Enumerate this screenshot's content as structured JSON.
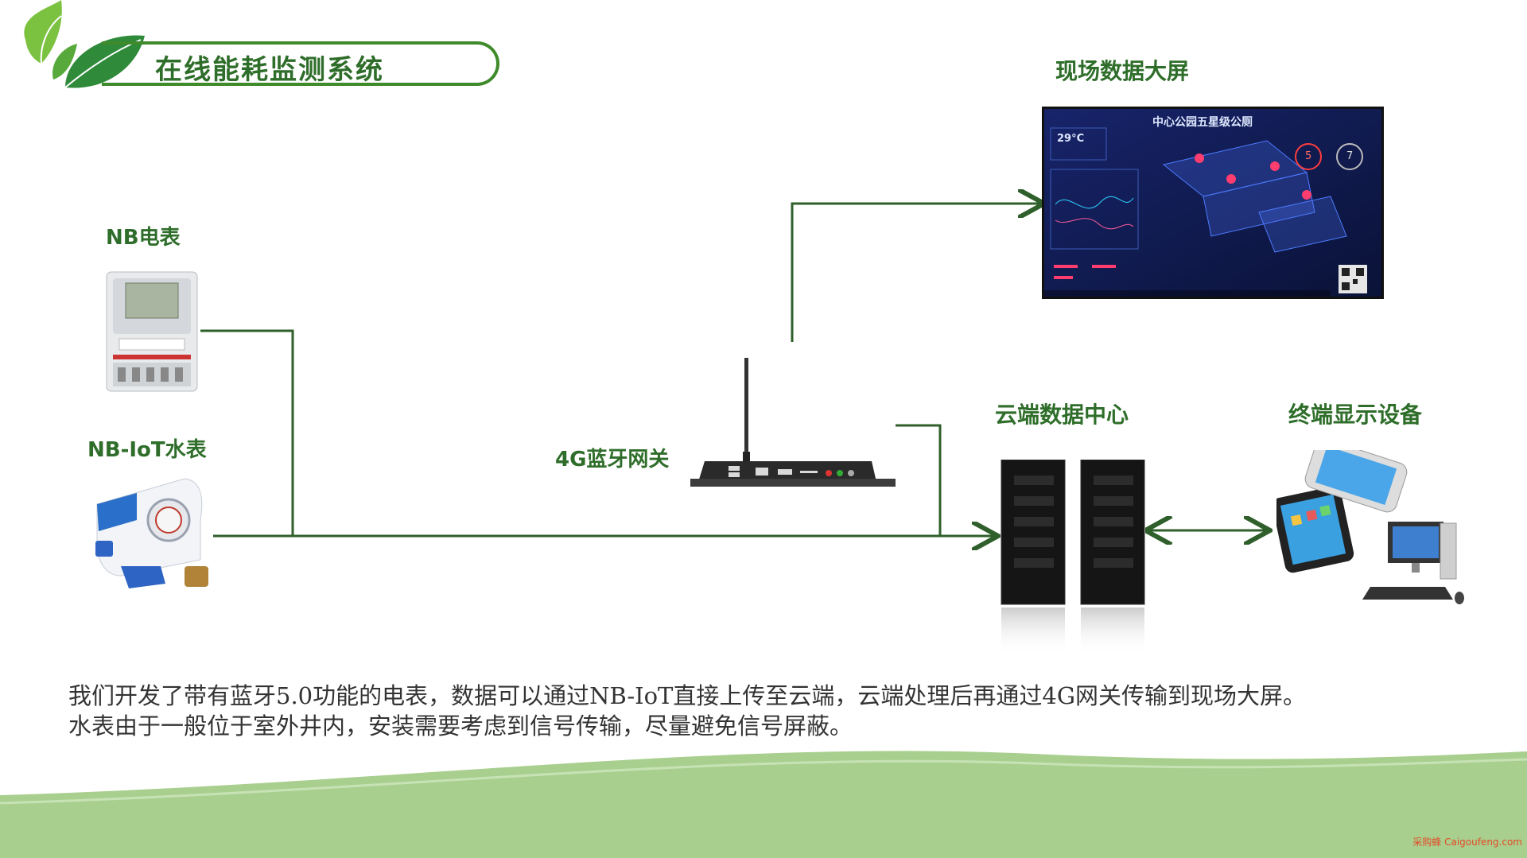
{
  "header": {
    "title": "在线能耗监测系统"
  },
  "devices": {
    "electric_meter": {
      "label": "NB电表"
    },
    "water_meter": {
      "label": "NB-IoT水表"
    },
    "gateway": {
      "label": "4G蓝牙网关"
    },
    "big_screen": {
      "label": "现场数据大屏"
    },
    "cloud": {
      "label": "云端数据中心"
    },
    "terminals": {
      "label": "终端显示设备"
    }
  },
  "screen": {
    "title": "中心公园五星级公厕",
    "temperature": "29°C",
    "female_count": "5",
    "male_count": "7"
  },
  "description": {
    "line1": "我们开发了带有蓝牙5.0功能的电表，数据可以通过NB-IoT直接上传至云端，云端处理后再通过4G网关传输到现场大屏。",
    "line2": "水表由于一般位于室外井内，安装需要考虑到信号传输，尽量避免信号屏蔽。"
  },
  "watermark": "采购蜂 Caigoufeng.com",
  "colors": {
    "accent": "#3f8a2a",
    "line": "#2f5f2a",
    "band": "#a9cf8f"
  }
}
